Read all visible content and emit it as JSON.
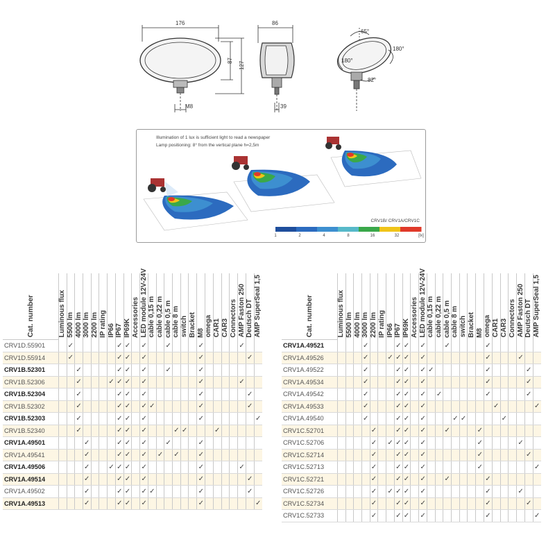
{
  "drawing": {
    "front_width": "176",
    "front_height_inner": "87",
    "front_height_outer": "127",
    "mount_thread": "M8",
    "side_depth": "86",
    "side_mount": "39",
    "angle_top": "65°",
    "angle_right": "180°",
    "angle_left": "180°",
    "angle_bottom": "82°"
  },
  "illumination": {
    "note_1": "Illumination of 1 lux is sufficient light to read a newspaper",
    "note_2": "Lamp positioning: 8° from the vertical plane h=2,5m",
    "series_label": "CRV1B/ CRV1A/CRV1C",
    "lux_ticks": [
      "1",
      "2",
      "4",
      "8",
      "16",
      "32",
      "[lx]"
    ],
    "lux_colors": [
      "#1f4e9c",
      "#2c6bbf",
      "#3d8fd0",
      "#57b9c9",
      "#3aa84a",
      "#f0c419",
      "#e03a2a"
    ]
  },
  "left_table": {
    "columns": [
      "Cat. number",
      "Luminous flux",
      "5500 lm",
      "4000 lm",
      "3000 lm",
      "2200 lm",
      "IP rating",
      "IP66",
      "IP67",
      "IP69K",
      "Accessories",
      "LED module 12V-24V",
      "cable 0,15 m",
      "cable 0,22 m",
      "cable 0,5 m",
      "cable 8 m",
      "switch",
      "Bracket",
      "M8",
      "omega",
      "CAR1",
      "CAR3",
      "Connectors",
      "AMP Faston 250",
      "Deutsch DT",
      "AMP SuperSeal 1,5"
    ],
    "rows": [
      {
        "cat": "CRV1D.55901",
        "bold": false,
        "checks": [
          2,
          8,
          9,
          11,
          14,
          18,
          23
        ]
      },
      {
        "cat": "CRV1D.55914",
        "bold": false,
        "checks": [
          2,
          8,
          9,
          11,
          18,
          24
        ]
      },
      {
        "cat": "CRV1B.52301",
        "bold": true,
        "checks": [
          3,
          8,
          9,
          11,
          14,
          18
        ]
      },
      {
        "cat": "CRV1B.52306",
        "bold": false,
        "checks": [
          3,
          7,
          8,
          9,
          11,
          18,
          23
        ]
      },
      {
        "cat": "CRV1B.52304",
        "bold": true,
        "checks": [
          3,
          8,
          9,
          11,
          18,
          24
        ]
      },
      {
        "cat": "CRV1B.52302",
        "bold": false,
        "checks": [
          3,
          8,
          9,
          11,
          12,
          18,
          24
        ]
      },
      {
        "cat": "CRV1B.52303",
        "bold": true,
        "checks": [
          3,
          8,
          9,
          11,
          18,
          25
        ]
      },
      {
        "cat": "CRV1B.52340",
        "bold": false,
        "checks": [
          3,
          8,
          9,
          11,
          15,
          16,
          20
        ]
      },
      {
        "cat": "CRV1A.49501",
        "bold": true,
        "checks": [
          4,
          8,
          9,
          11,
          14,
          18
        ]
      },
      {
        "cat": "CRV1A.49541",
        "bold": false,
        "checks": [
          4,
          8,
          9,
          11,
          13,
          15,
          18
        ]
      },
      {
        "cat": "CRV1A.49506",
        "bold": true,
        "checks": [
          4,
          7,
          8,
          9,
          11,
          18,
          23
        ]
      },
      {
        "cat": "CRV1A.49514",
        "bold": true,
        "checks": [
          4,
          8,
          9,
          11,
          18,
          24
        ]
      },
      {
        "cat": "CRV1A.49502",
        "bold": false,
        "checks": [
          4,
          8,
          9,
          11,
          12,
          18,
          24
        ]
      },
      {
        "cat": "CRV1A.49513",
        "bold": true,
        "checks": [
          4,
          8,
          9,
          11,
          18,
          25
        ]
      }
    ]
  },
  "right_table": {
    "columns": [
      "Cat. number",
      "Luminous flux",
      "5500 lm",
      "4000 lm",
      "3000 lm",
      "2200 lm",
      "IP rating",
      "IP66",
      "IP67",
      "IP69K",
      "Accessories",
      "LED module 12V-24V",
      "cable 0,15 m",
      "cable 0,22 m",
      "cable 0,5 m",
      "cable 8 m",
      "switch",
      "Bracket",
      "M8",
      "omega",
      "CAR1",
      "CAR3",
      "Connectors",
      "AMP Faston 250",
      "Deutsch DT",
      "AMP SuperSeal 1,5"
    ],
    "rows": [
      {
        "cat": "CRV1A.49521",
        "bold": true,
        "checks": [
          4,
          8,
          9,
          11,
          14,
          19
        ]
      },
      {
        "cat": "CRV1A.49526",
        "bold": false,
        "checks": [
          4,
          7,
          8,
          9,
          11,
          19,
          23
        ]
      },
      {
        "cat": "CRV1A.49522",
        "bold": false,
        "checks": [
          4,
          8,
          9,
          11,
          12,
          19,
          24
        ]
      },
      {
        "cat": "CRV1A.49534",
        "bold": false,
        "checks": [
          4,
          8,
          9,
          11,
          19,
          24
        ]
      },
      {
        "cat": "CRV1A.49542",
        "bold": false,
        "checks": [
          4,
          8,
          9,
          11,
          13,
          19,
          24
        ]
      },
      {
        "cat": "CRV1A.49533",
        "bold": false,
        "checks": [
          4,
          8,
          9,
          11,
          20,
          25
        ]
      },
      {
        "cat": "CRV1A.49540",
        "bold": false,
        "checks": [
          4,
          8,
          9,
          11,
          15,
          16,
          21
        ]
      },
      {
        "cat": "CRV1C.52701",
        "bold": false,
        "checks": [
          5,
          8,
          9,
          11,
          14,
          18
        ]
      },
      {
        "cat": "CRV1C.52706",
        "bold": false,
        "checks": [
          5,
          7,
          8,
          9,
          11,
          18,
          23
        ]
      },
      {
        "cat": "CRV1C.52714",
        "bold": false,
        "checks": [
          5,
          8,
          9,
          11,
          18,
          24
        ]
      },
      {
        "cat": "CRV1C.52713",
        "bold": false,
        "checks": [
          5,
          8,
          9,
          11,
          18,
          25
        ]
      },
      {
        "cat": "CRV1C.52721",
        "bold": false,
        "checks": [
          5,
          8,
          9,
          11,
          14,
          19
        ]
      },
      {
        "cat": "CRV1C.52726",
        "bold": false,
        "checks": [
          5,
          7,
          8,
          9,
          11,
          19,
          23
        ]
      },
      {
        "cat": "CRV1C.52734",
        "bold": false,
        "checks": [
          5,
          8,
          9,
          11,
          19,
          24
        ]
      },
      {
        "cat": "CRV1C.52733",
        "bold": false,
        "checks": [
          5,
          8,
          9,
          11,
          19,
          25
        ]
      }
    ]
  },
  "check_mark": "✓"
}
